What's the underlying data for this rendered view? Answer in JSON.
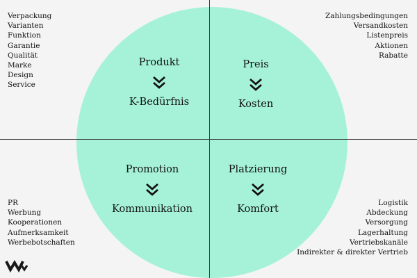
{
  "quadrants": {
    "produkt": {
      "title": "Produkt",
      "sub": "K-Bedürfnis"
    },
    "preis": {
      "title": "Preis",
      "sub": "Kosten"
    },
    "promotion": {
      "title": "Promotion",
      "sub": "Kommunikation"
    },
    "platzierung": {
      "title": "Platzierung",
      "sub": "Komfort"
    }
  },
  "lists": {
    "top_left": [
      "Verpackung",
      "Varianten",
      "Funktion",
      "Garantie",
      "Qualität",
      "Marke",
      "Design",
      "Service"
    ],
    "top_right": [
      "Zahlungsbedingungen",
      "Versandkosten",
      "Listenpreis",
      "Aktionen",
      "Rabatte"
    ],
    "bottom_left": [
      "PR",
      "Werbung",
      "Kooperationen",
      "Aufmerksamkeit",
      "Werbebotschaften"
    ],
    "bottom_right": [
      "Logistik",
      "Abdeckung",
      "Versorgung",
      "Lagerhaltung",
      "Vertriebskanäle",
      "Indirekter & direkter Vertrieb"
    ]
  },
  "colors": {
    "circle": "#a5f2d8",
    "background": "#f4f4f4",
    "lines": "#3a3a3a",
    "text": "#111111"
  },
  "icons": {
    "arrow": "double-chevron-down-icon",
    "logo": "brand-logo-icon"
  }
}
